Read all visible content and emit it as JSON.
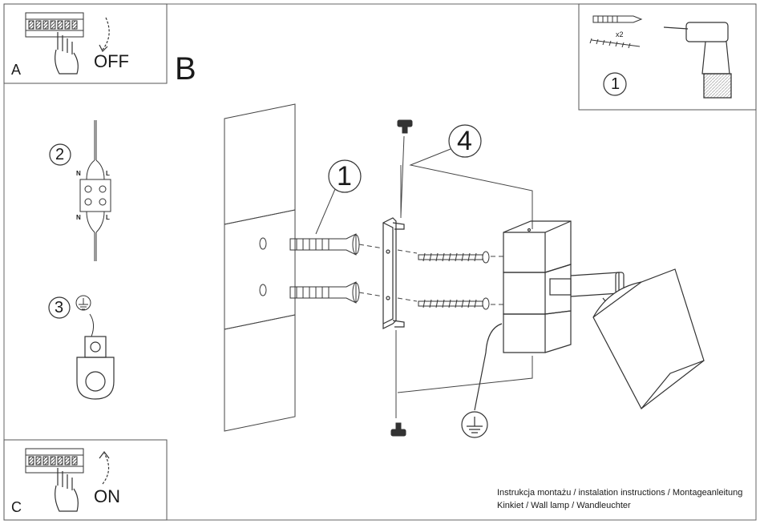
{
  "panels": {
    "a": {
      "letter": "A",
      "state": "OFF"
    },
    "b": {
      "letter": "B"
    },
    "c": {
      "letter": "C",
      "state": "ON"
    }
  },
  "steps": {
    "step1_top": "1",
    "step1_main": "1",
    "step2": "2",
    "step3": "3",
    "step4": "4"
  },
  "kit": {
    "quantity": "x2"
  },
  "terminal": {
    "n_top": "N",
    "l_top": "L",
    "n_bottom": "N",
    "l_bottom": "L"
  },
  "caption": {
    "line1": "Instrukcja montażu / instalation instructions / Montageanleitung",
    "line2": "Kinkiet / Wall lamp / Wandleuchter"
  },
  "colors": {
    "line": "#444444",
    "border": "#555555",
    "background": "#ffffff"
  }
}
